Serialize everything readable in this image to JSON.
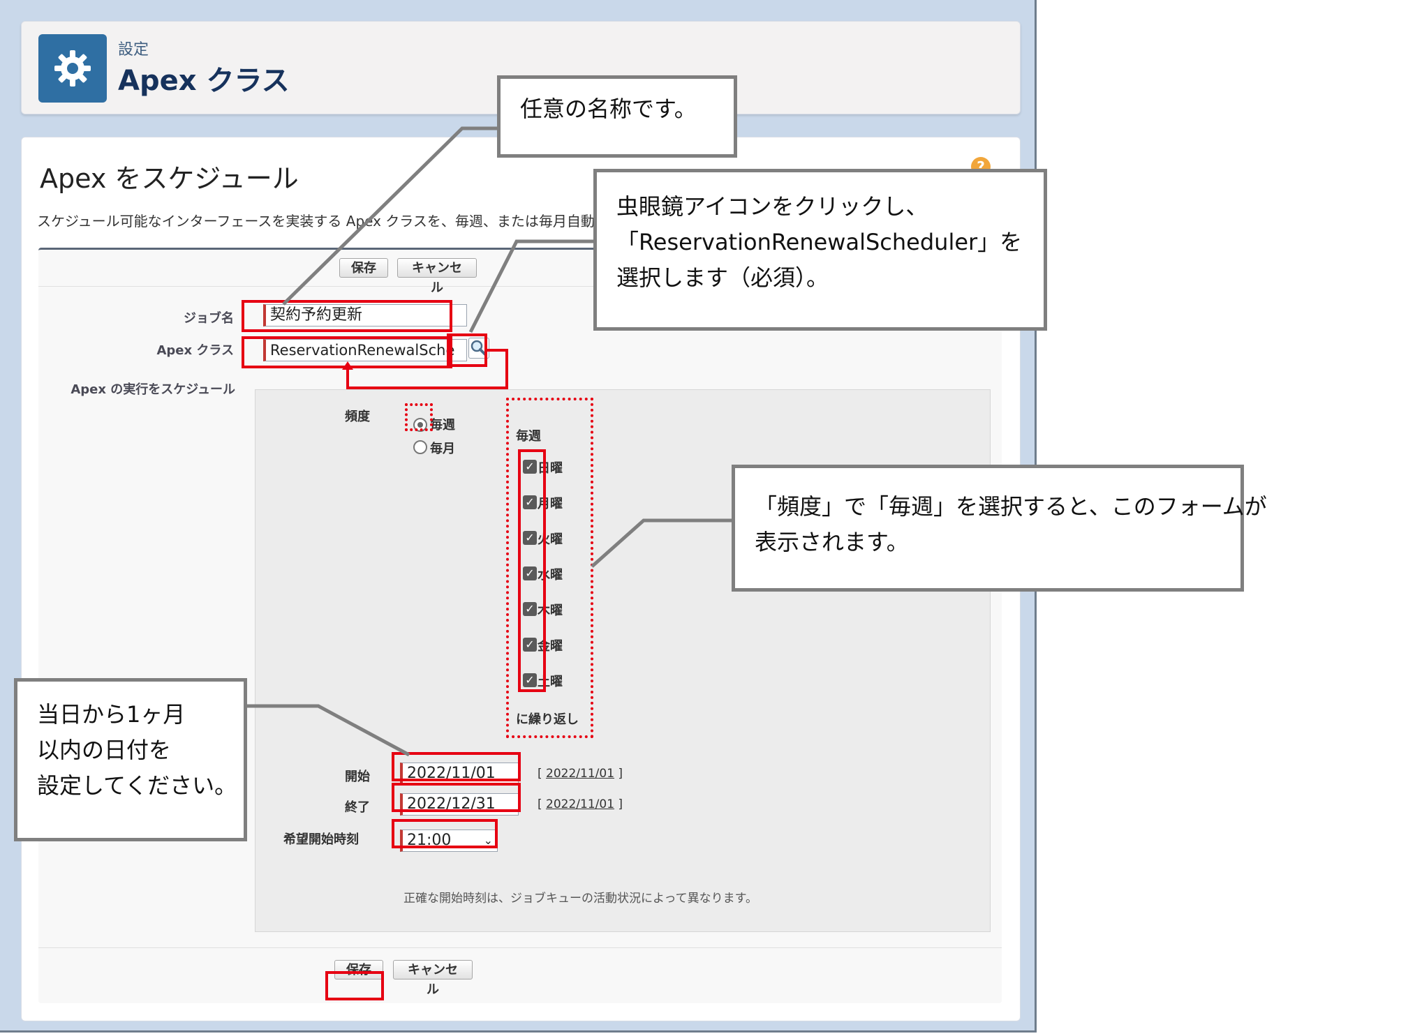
{
  "header": {
    "subtitle": "設定",
    "title": "Apex クラス"
  },
  "page": {
    "title": "Apex をスケジュール",
    "description": "スケジュール可能なインターフェースを実装する Apex クラスを、毎週、または毎月自動的",
    "help_icon": "?"
  },
  "buttons": {
    "save": "保存",
    "cancel": "キャンセル"
  },
  "form": {
    "job_name_label": "ジョブ名",
    "job_name_value": "契約予約更新",
    "apex_class_label": "Apex クラス",
    "apex_class_value": "ReservationRenewalSche",
    "schedule_label": "Apex の実行をスケジュール",
    "frequency_label": "頻度",
    "weekly_option": "毎週",
    "monthly_option": "毎月",
    "weekly_heading": "毎週",
    "days": [
      "日曜",
      "月曜",
      "火曜",
      "水曜",
      "木曜",
      "金曜",
      "土曜"
    ],
    "repeat_suffix": "に繰り返し",
    "start_label": "開始",
    "start_value": "2022/11/01",
    "start_today": "2022/11/01",
    "end_label": "終了",
    "end_value": "2022/12/31",
    "end_today": "2022/11/01",
    "preferred_time_label": "希望開始時刻",
    "preferred_time_value": "21:00",
    "note": "正確な開始時刻は、ジョブキューの活動状況によって異なります。"
  },
  "callouts": {
    "name": [
      "任意の名称です。"
    ],
    "lookup": [
      "虫眼鏡アイコンをクリックし、",
      "「ReservationRenewalScheduler」を",
      "選択します（必須）。"
    ],
    "frequency": [
      "「頻度」で「毎週」を選択すると、このフォームが",
      "表示されます。"
    ],
    "date": [
      "当日から1ヶ月",
      "以内の日付を",
      "設定してください。"
    ]
  },
  "icons": {
    "gear": "gear-icon",
    "lookup": "magnifier-icon",
    "select_caret": "chevron-down-icon"
  },
  "colors": {
    "annotation_red": "#e60012",
    "header_tile": "#2f6fa3",
    "callout_border": "#7f7f7f"
  }
}
